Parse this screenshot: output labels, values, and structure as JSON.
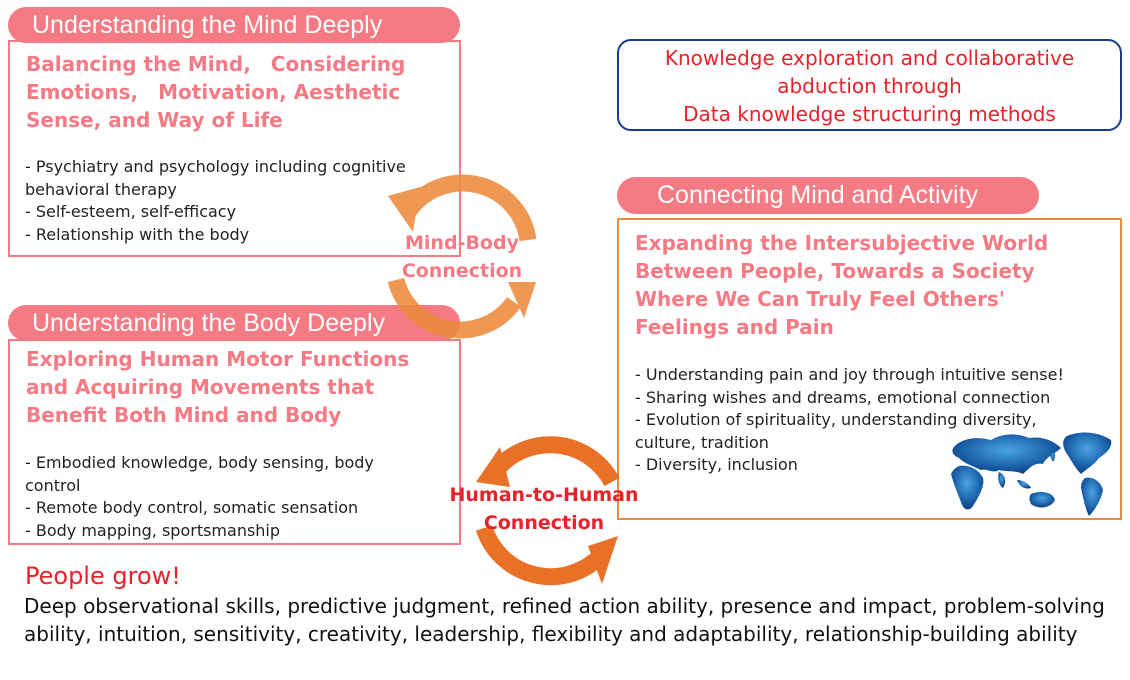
{
  "colors": {
    "pink_accent": "#f47a84",
    "orange_accent": "#ed8a3c",
    "dark_orange": "#e97027",
    "red_text": "#e8222a",
    "navy_border": "#1c3c8a"
  },
  "mind_section": {
    "title": "Understanding the Mind Deeply",
    "heading_lines": [
      "Balancing the Mind,　Considering",
      "Emotions,　Motivation, Aesthetic",
      "Sense, and Way of Life"
    ],
    "bullets": [
      "- Psychiatry and psychology including cognitive",
      "behavioral therapy",
      "- Self-esteem, self-efficacy",
      "- Relationship with the body"
    ]
  },
  "body_section": {
    "title": "Understanding the Body Deeply",
    "heading_lines": [
      "Exploring Human Motor Functions",
      "and Acquiring Movements that",
      "Benefit Both Mind and Body"
    ],
    "bullets": [
      "- Embodied knowledge, body sensing, body",
      "control",
      "- Remote body control, somatic sensation",
      "- Body mapping, sportsmanship"
    ]
  },
  "activity_section": {
    "title": "Connecting Mind and Activity",
    "heading_lines": [
      "Expanding the Intersubjective World",
      "Between People, Towards a Society",
      "Where We Can Truly Feel Others'",
      "Feelings and Pain"
    ],
    "bullets": [
      "- Understanding pain and joy through intuitive sense!",
      "- Sharing wishes and dreams, emotional connection",
      "- Evolution of spirituality, understanding diversity,",
      "culture, tradition",
      "- Diversity, inclusion"
    ]
  },
  "knowledge_box": {
    "lines": [
      "Knowledge exploration and collaborative",
      "abduction through",
      "Data knowledge structuring methods"
    ]
  },
  "mind_body_cycle": {
    "label_lines": [
      "Mind-Body",
      "Connection"
    ]
  },
  "human_cycle": {
    "label_lines": [
      "Human-to-Human",
      "Connection"
    ]
  },
  "world_map": {
    "icon": "world-map-icon"
  },
  "people": {
    "title": "People grow!",
    "text": "Deep observational skills, predictive judgment, refined action ability, presence and impact, problem-solving ability, intuition, sensitivity, creativity, leadership, flexibility and adaptability, relationship-building ability"
  }
}
